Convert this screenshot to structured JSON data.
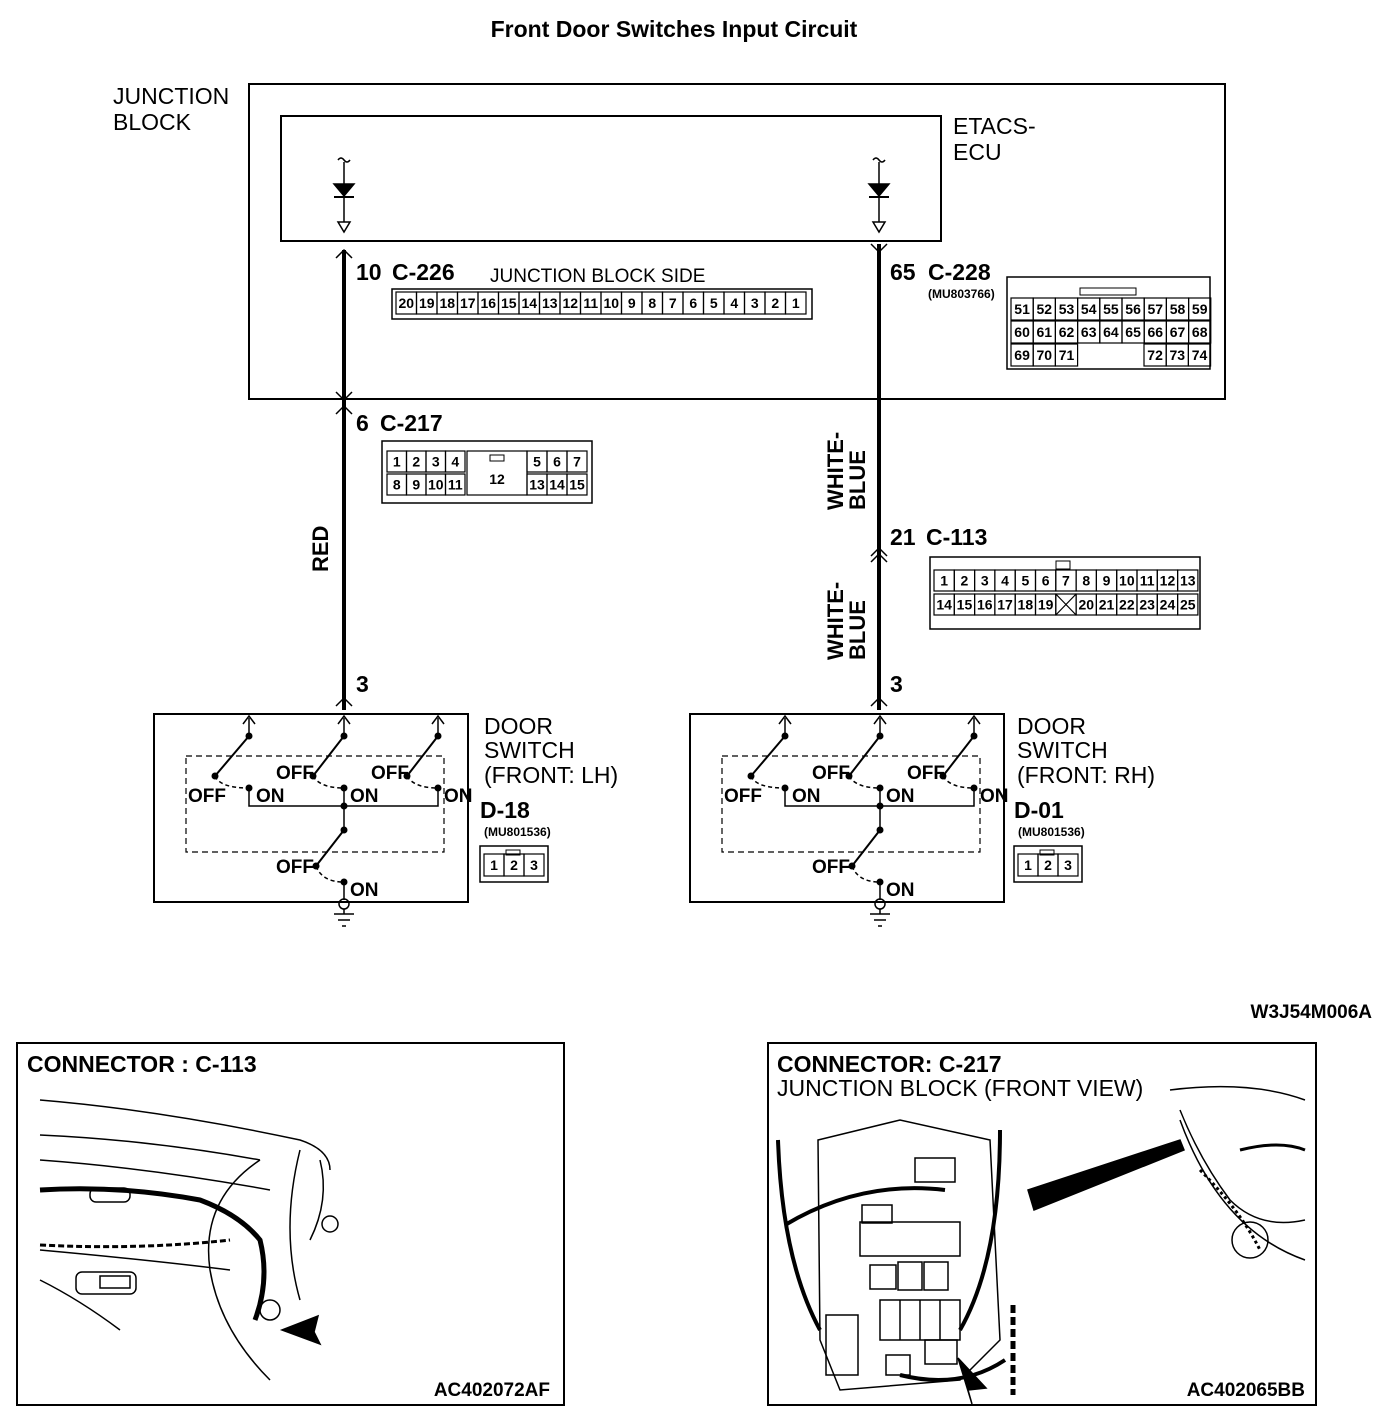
{
  "title": "Front Door Switches Input Circuit",
  "junction_block": {
    "line1": "JUNCTION",
    "line2": "BLOCK"
  },
  "ecu": {
    "line1": "ETACS-",
    "line2": "ECU"
  },
  "c226": {
    "pin": "10",
    "name": "C-226",
    "side_label": "JUNCTION BLOCK SIDE",
    "cells": [
      "20",
      "19",
      "18",
      "17",
      "16",
      "15",
      "14",
      "13",
      "12",
      "11",
      "10",
      "9",
      "8",
      "7",
      "6",
      "5",
      "4",
      "3",
      "2",
      "1"
    ]
  },
  "c228": {
    "pin": "65",
    "name": "C-228",
    "part": "(MU803766)",
    "row1": [
      "51",
      "52",
      "53",
      "54",
      "55",
      "56",
      "57",
      "58",
      "59"
    ],
    "row2": [
      "60",
      "61",
      "62",
      "63",
      "64",
      "65",
      "66",
      "67",
      "68"
    ],
    "row3": [
      "69",
      "70",
      "71",
      "72",
      "73",
      "74"
    ]
  },
  "c217": {
    "pin": "6",
    "name": "C-217",
    "row1": [
      "1",
      "2",
      "3",
      "4",
      "5",
      "6",
      "7"
    ],
    "mid": "12",
    "row2": [
      "8",
      "9",
      "10",
      "11",
      "13",
      "14",
      "15"
    ]
  },
  "c113": {
    "pin": "21",
    "name": "C-113",
    "row1": [
      "1",
      "2",
      "3",
      "4",
      "5",
      "6",
      "7",
      "8",
      "9",
      "10",
      "11",
      "12",
      "13"
    ],
    "row2": [
      "14",
      "15",
      "16",
      "17",
      "18",
      "19",
      "20",
      "21",
      "22",
      "23",
      "24",
      "25"
    ]
  },
  "wires": {
    "left": "RED",
    "right_top": "WHITE-\nBLUE",
    "right_bottom": "WHITE-\nBLUE"
  },
  "door_lh": {
    "pin": "3",
    "line1": "DOOR",
    "line2": "SWITCH",
    "line3": "(FRONT: LH)",
    "conn": "D-18",
    "part": "(MU801536)",
    "cells": [
      "1",
      "2",
      "3"
    ]
  },
  "door_rh": {
    "pin": "3",
    "line1": "DOOR",
    "line2": "SWITCH",
    "line3": "(FRONT: RH)",
    "conn": "D-01",
    "part": "(MU801536)",
    "cells": [
      "1",
      "2",
      "3"
    ]
  },
  "switch_labels": {
    "off": "OFF",
    "on": "ON"
  },
  "figure_code": "W3J54M006A",
  "panel_left": {
    "title": "CONNECTOR : C-113",
    "code": "AC402072AF"
  },
  "panel_right": {
    "title1": "CONNECTOR: C-217",
    "title2": "JUNCTION BLOCK (FRONT VIEW)",
    "code": "AC402065BB"
  }
}
